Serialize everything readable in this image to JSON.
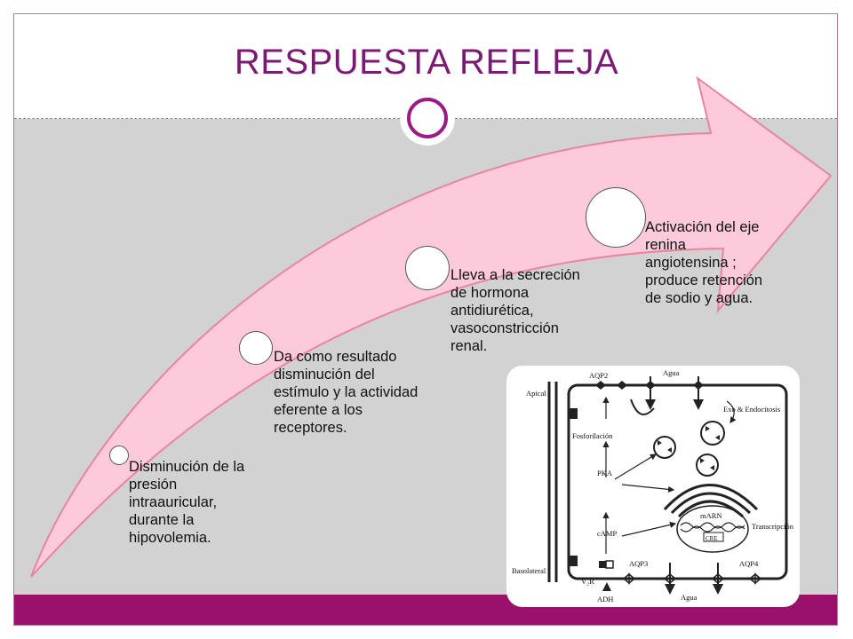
{
  "slide": {
    "title": "RESPUESTA REFLEJA",
    "colors": {
      "title": "#7a1a72",
      "arrow_fill": "#fccadb",
      "arrow_stroke": "#e8859f",
      "band": "#99116a",
      "body": "#d2d2d2"
    }
  },
  "steps": [
    {
      "text": "Disminución de la presión intraauricular, durante la hipovolemia."
    },
    {
      "text": "Da como resultado disminución del estímulo y la actividad eferente a los receptores."
    },
    {
      "text": "Lleva a la secreción de hormona antidiurética, vasoconstricción renal."
    },
    {
      "text": "Activación del eje renina angiotensina ; produce retención de sodio y agua."
    }
  ],
  "inset": {
    "labels": {
      "apical": "Apical",
      "basolateral": "Basolateral",
      "aqp2": "AQP2",
      "agua_top": "Agua",
      "exo": "Exo & Endocitosis",
      "fosforilacion": "Fosforilación",
      "pka": "PKA",
      "marn": "mARN",
      "cre": "CRE",
      "transcripcion": "Transcripción",
      "camp": "cAMP",
      "v2r": "V₂R",
      "aqp3": "AQP3",
      "aqp4": "AQP4",
      "adh": "ADH",
      "agua_bottom": "Agua"
    }
  }
}
